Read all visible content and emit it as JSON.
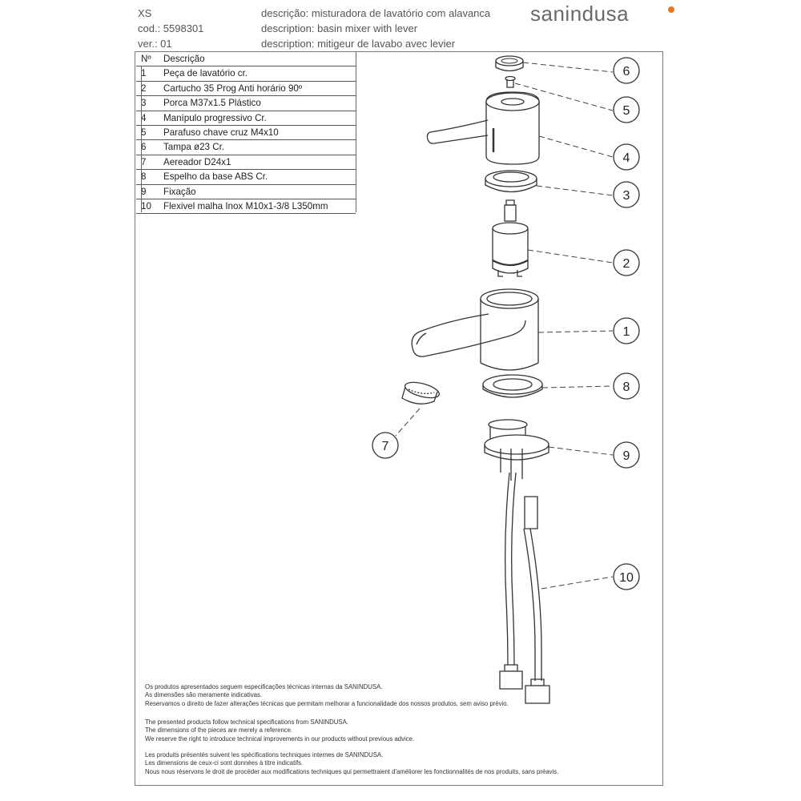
{
  "header": {
    "series": "XS",
    "code": "cod.: 5598301",
    "version": "ver.: 01",
    "desc_pt": "descrição: misturadora de lavatório com alavanca",
    "desc_en": "description: basin mixer with lever",
    "desc_fr": "description: mitigeur de lavabo avec levier"
  },
  "brand": {
    "name": "sanindusa",
    "accent_color": "#e87722"
  },
  "parts_table": {
    "col_no": "Nº",
    "col_desc": "Descrição",
    "rows": [
      {
        "no": "1",
        "desc": "Peça de lavatório cr."
      },
      {
        "no": "2",
        "desc": "Cartucho 35 Prog Anti horário 90º"
      },
      {
        "no": "3",
        "desc": "Porca M37x1.5 Plástico"
      },
      {
        "no": "4",
        "desc": "Manípulo progressivo Cr."
      },
      {
        "no": "5",
        "desc": "Parafuso chave cruz M4x10"
      },
      {
        "no": "6",
        "desc": "Tampa ø23 Cr."
      },
      {
        "no": "7",
        "desc": "Aereador D24x1"
      },
      {
        "no": "8",
        "desc": "Espelho da base ABS Cr."
      },
      {
        "no": "9",
        "desc": "Fixação"
      },
      {
        "no": "10",
        "desc": "Flexivel malha Inox M10x1-3/8 L350mm"
      }
    ]
  },
  "callouts": [
    "6",
    "5",
    "4",
    "3",
    "2",
    "1",
    "8",
    "7",
    "9",
    "10"
  ],
  "footer": {
    "pt": [
      "Os produtos apresentados seguem especificações técnicas internas da SANINDUSA.",
      "As dimensões são meramente indicativas.",
      "Reservamos o direito de fazer alterações técnicas que permitam melhorar a funcionalidade dos nossos produtos, sem aviso prévio."
    ],
    "en": [
      "The presented products follow technical specifications from SANINDUSA.",
      "The dimensions of the pieces are merely a reference.",
      "We reserve the right to introduce technical improvements in our products without previous advice."
    ],
    "fr": [
      "Les produits présentés suivent les spécifications techniques internes de SANINDUSA.",
      "Les dimensions de ceux-ci sont données à titre indicatifs.",
      "Nous nous réservons le droit de procéder aux modifications techniques qui permettraient d'améliorer les fonctionnalités de nos produits, sans préavis."
    ]
  }
}
